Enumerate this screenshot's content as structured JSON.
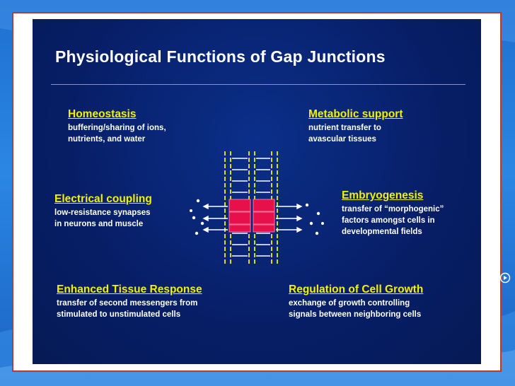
{
  "title": "Physiological Functions of Gap Junctions",
  "sections": {
    "homeostasis": {
      "heading": "Homeostasis",
      "lines": [
        "buffering/sharing of ions,",
        "nutrients, and water"
      ]
    },
    "metabolic": {
      "heading": "Metabolic support",
      "lines": [
        "nutrient transfer to",
        "avascular tissues"
      ]
    },
    "electrical": {
      "heading": "Electrical coupling",
      "lines": [
        "low-resistance synapses",
        "in neurons and muscle"
      ]
    },
    "embryogenesis": {
      "heading": "Embryogenesis",
      "lines": [
        "transfer of “morphogenic”",
        "factors amongst cells in",
        "developmental fields"
      ]
    },
    "tissue": {
      "heading": "Enhanced Tissue Response",
      "lines": [
        "transfer of second messengers from",
        "stimulated to unstimulated cells"
      ]
    },
    "growth": {
      "heading": "Regulation of Cell Growth",
      "lines": [
        "exchange of growth controlling",
        "signals between neighboring cells"
      ]
    }
  },
  "colors": {
    "heading": "#f2f200",
    "body_text": "#ffffff",
    "slide_bg": "#071e66",
    "junction": "#e8104a",
    "membrane": "#d8e000"
  },
  "icons": {
    "nav": "circle-arrow-icon"
  }
}
